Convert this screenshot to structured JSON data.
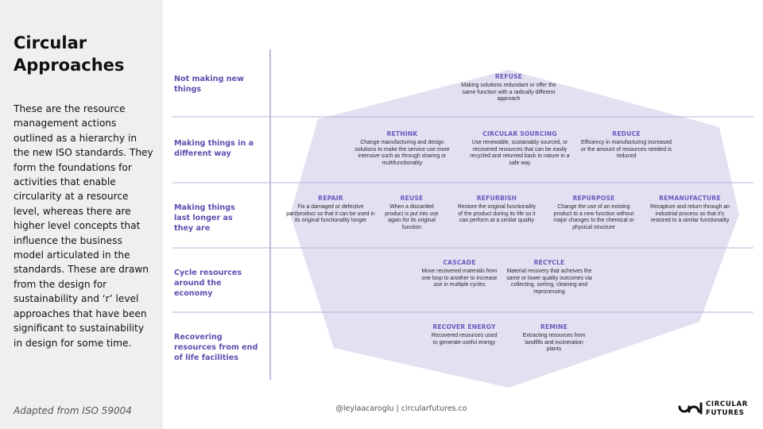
{
  "sidebar": {
    "title": "Circular Approaches",
    "body": "These are the resource management actions outlined as a hierarchy in the new ISO standards. They form the foundations for activities that enable circularity at a resource level, whereas there are higher level concepts that influence the business model articulated in the standards. These are drawn from the design for sustainability and ‘r’ level approaches that have been significant to sustainability in design for some time.",
    "footnote": "Adapted from ISO 59004"
  },
  "rows": [
    {
      "label": "Not making new things"
    },
    {
      "label": "Making things in a different way"
    },
    {
      "label": "Making things last longer as they are"
    },
    {
      "label": "Cycle resources around the economy"
    },
    {
      "label": "Recovering resources from end of life facilities"
    }
  ],
  "items": {
    "refuse": {
      "title": "REFUSE",
      "desc": "Making solutions redundant or offer the same function with a radically different approach"
    },
    "rethink": {
      "title": "RETHINK",
      "desc": "Change manufacturing and design solutions to make the service use more intensive such as through sharing or multifunctionality"
    },
    "circular_sourcing": {
      "title": "CIRCULAR SOURCING",
      "desc": "Use renewable, sustainably sourced, or recovered resources that can be easily recycled and returned back to nature in a safe way"
    },
    "reduce": {
      "title": "REDUCE",
      "desc": "Efficiency in manufacturing increased or the amount of resources needed is reduced"
    },
    "repair": {
      "title": "REPAIR",
      "desc": "Fix a damaged or defective part/product so that it can be used in its original functionality longer"
    },
    "reuse": {
      "title": "REUSE",
      "desc": "When a discarded product is put into use again for its original function"
    },
    "refurbish": {
      "title": "REFURBISH",
      "desc": "Restore the original functionality of the product during its life so it can perform at a similar quality"
    },
    "repurpose": {
      "title": "REPURPOSE",
      "desc": "Change the use of an existing product to a new function without major changes to the chemical or physical structure"
    },
    "remanufacture": {
      "title": "REMANUFACTURE",
      "desc": "Recapture and return through an industrial process so that it’s restored to a similar functionality"
    },
    "cascade": {
      "title": "CASCADE",
      "desc": "Move recovered materials from one loop to another to increase use in multiple cycles"
    },
    "recycle": {
      "title": "RECYCLE",
      "desc": "Material recovery that acheives the same or lower quality outcomes via collecting, sorting, cleaning and reprocessing"
    },
    "recover_energy": {
      "title": "RECOVER ENERGY",
      "desc": "Recovered resources used to generate useful energy"
    },
    "remine": {
      "title": "REMINE",
      "desc": "Extracting resources from landfills and incineration plants"
    }
  },
  "footer": {
    "credit": "@leylaacaroglu | circularfutures.co",
    "logo_line1": "CIRCULAR",
    "logo_line2": "FUTURES"
  },
  "colors": {
    "accent": "#6a5cc0",
    "hexagon_fill": "#e3e0f1",
    "divider": "#b9b2dd",
    "sidebar_bg": "#efefef"
  }
}
